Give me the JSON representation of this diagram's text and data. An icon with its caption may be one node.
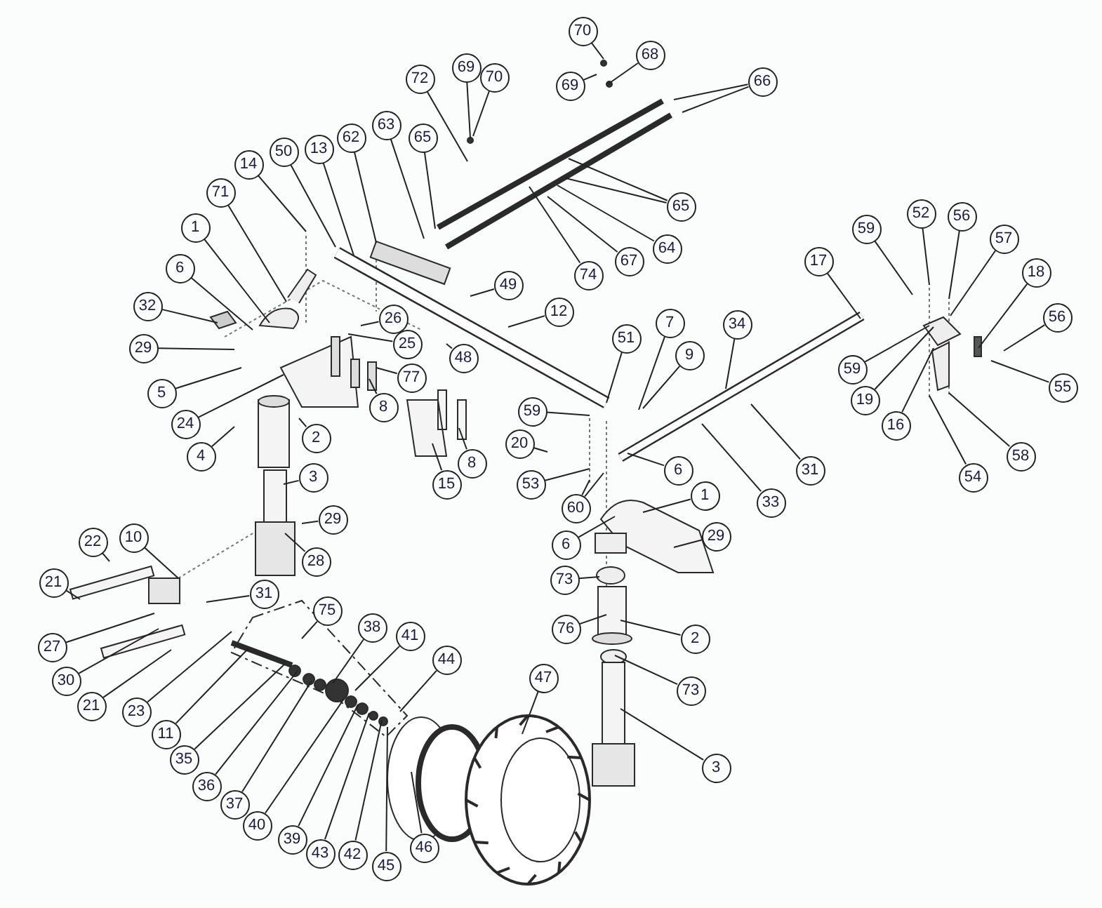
{
  "diagram": {
    "nodes": [
      {
        "text": [
          "70"
        ]
      },
      {
        "text": [
          "68"
        ]
      },
      {
        "text": [
          "69"
        ]
      },
      {
        "text": [
          "72"
        ]
      },
      {
        "text": [
          "69"
        ]
      },
      {
        "text": [
          "70"
        ]
      },
      {
        "text": [
          "66"
        ]
      },
      {
        "text": [
          "63"
        ]
      },
      {
        "text": [
          "65"
        ]
      },
      {
        "text": [
          "62"
        ]
      },
      {
        "text": [
          "13"
        ]
      },
      {
        "text": [
          "50"
        ]
      },
      {
        "text": [
          "14"
        ]
      },
      {
        "text": [
          "71"
        ]
      },
      {
        "text": [
          "1"
        ]
      },
      {
        "text": [
          "6"
        ]
      },
      {
        "text": [
          "32"
        ]
      },
      {
        "text": [
          "29"
        ]
      },
      {
        "text": [
          "5"
        ]
      },
      {
        "text": [
          "24"
        ]
      },
      {
        "text": [
          "4"
        ]
      },
      {
        "text": [
          "2"
        ]
      },
      {
        "text": [
          "3"
        ]
      },
      {
        "text": [
          "26"
        ]
      },
      {
        "text": [
          "25"
        ]
      },
      {
        "text": [
          "77"
        ]
      },
      {
        "text": [
          "8"
        ]
      },
      {
        "text": [
          "49"
        ]
      },
      {
        "text": [
          "48"
        ]
      },
      {
        "text": [
          "12"
        ]
      },
      {
        "text": [
          "65"
        ]
      },
      {
        "text": [
          "64"
        ]
      },
      {
        "text": [
          "67"
        ]
      },
      {
        "text": [
          "74"
        ]
      },
      {
        "text": [
          "17"
        ]
      },
      {
        "text": [
          "59"
        ]
      },
      {
        "text": [
          "52"
        ]
      },
      {
        "text": [
          "56"
        ]
      },
      {
        "text": [
          "57"
        ]
      },
      {
        "text": [
          "18"
        ]
      },
      {
        "text": [
          "56"
        ]
      },
      {
        "text": [
          "55"
        ]
      },
      {
        "text": [
          "58"
        ]
      },
      {
        "text": [
          "54"
        ]
      },
      {
        "text": [
          "16"
        ]
      },
      {
        "text": [
          "19"
        ]
      },
      {
        "text": [
          "59"
        ]
      },
      {
        "text": [
          "34"
        ]
      },
      {
        "text": [
          "51"
        ]
      },
      {
        "text": [
          "7"
        ]
      },
      {
        "text": [
          "9"
        ]
      },
      {
        "text": [
          "59"
        ]
      },
      {
        "text": [
          "20"
        ]
      },
      {
        "text": [
          "8"
        ]
      },
      {
        "text": [
          "15"
        ]
      },
      {
        "text": [
          "53"
        ]
      },
      {
        "text": [
          "6"
        ]
      },
      {
        "text": [
          "33"
        ]
      },
      {
        "text": [
          "31"
        ]
      },
      {
        "text": [
          "60"
        ]
      },
      {
        "text": [
          "1"
        ]
      },
      {
        "text": [
          "6"
        ]
      },
      {
        "text": [
          "29"
        ]
      },
      {
        "text": [
          "73"
        ]
      },
      {
        "text": [
          "76"
        ]
      },
      {
        "text": [
          "2"
        ]
      },
      {
        "text": [
          "73"
        ]
      },
      {
        "text": [
          "3"
        ]
      },
      {
        "text": [
          "29"
        ]
      },
      {
        "text": [
          "28"
        ]
      },
      {
        "text": [
          "22"
        ]
      },
      {
        "text": [
          "10"
        ]
      },
      {
        "text": [
          "21"
        ]
      },
      {
        "text": [
          "31"
        ]
      },
      {
        "text": [
          "27"
        ]
      },
      {
        "text": [
          "30"
        ]
      },
      {
        "text": [
          "21"
        ]
      },
      {
        "text": [
          "23"
        ]
      },
      {
        "text": [
          "11"
        ]
      },
      {
        "text": [
          "75"
        ]
      },
      {
        "text": [
          "38"
        ]
      },
      {
        "text": [
          "41"
        ]
      },
      {
        "text": [
          "44"
        ]
      },
      {
        "text": [
          "47"
        ]
      },
      {
        "text": [
          "35"
        ]
      },
      {
        "text": [
          "36"
        ]
      },
      {
        "text": [
          "37"
        ]
      },
      {
        "text": [
          "40"
        ]
      },
      {
        "text": [
          "39"
        ]
      },
      {
        "text": [
          "43"
        ]
      },
      {
        "text": [
          "42"
        ]
      },
      {
        "text": [
          "45"
        ]
      },
      {
        "text": [
          "46"
        ]
      }
    ],
    "edges": [
      {
        "from": 0,
        "to": null,
        "arrow": "none"
      },
      {
        "from": 1,
        "to": null,
        "arrow": "none"
      },
      {
        "from": 2,
        "to": null,
        "arrow": "none"
      },
      {
        "from": 3,
        "to": null,
        "arrow": "none"
      },
      {
        "from": 4,
        "to": null,
        "arrow": "none"
      },
      {
        "from": 5,
        "to": null,
        "arrow": "none"
      },
      {
        "from": 6,
        "to": null,
        "arrow": "none"
      },
      {
        "from": 6,
        "to": null,
        "arrow": "none"
      },
      {
        "from": 7,
        "to": null,
        "arrow": "none"
      },
      {
        "from": 8,
        "to": null,
        "arrow": "none"
      },
      {
        "from": 9,
        "to": null,
        "arrow": "none"
      },
      {
        "from": 10,
        "to": null,
        "arrow": "none"
      },
      {
        "from": 11,
        "to": null,
        "arrow": "none"
      },
      {
        "from": 12,
        "to": null,
        "arrow": "none"
      },
      {
        "from": 13,
        "to": null,
        "arrow": "none"
      },
      {
        "from": 14,
        "to": null,
        "arrow": "none"
      },
      {
        "from": 15,
        "to": null,
        "arrow": "none"
      },
      {
        "from": 16,
        "to": null,
        "arrow": "none"
      },
      {
        "from": 17,
        "to": null,
        "arrow": "none"
      },
      {
        "from": 18,
        "to": null,
        "arrow": "none"
      },
      {
        "from": 19,
        "to": null,
        "arrow": "none"
      },
      {
        "from": 20,
        "to": null,
        "arrow": "none"
      },
      {
        "from": 21,
        "to": null,
        "arrow": "none"
      },
      {
        "from": 22,
        "to": null,
        "arrow": "none"
      },
      {
        "from": 23,
        "to": null,
        "arrow": "none"
      },
      {
        "from": 24,
        "to": null,
        "arrow": "none"
      },
      {
        "from": 25,
        "to": null,
        "arrow": "none"
      },
      {
        "from": 26,
        "to": null,
        "arrow": "none"
      },
      {
        "from": 27,
        "to": null,
        "arrow": "none"
      },
      {
        "from": 28,
        "to": null,
        "arrow": "none"
      },
      {
        "from": 29,
        "to": null,
        "arrow": "none"
      },
      {
        "from": 30,
        "to": null,
        "arrow": "none"
      },
      {
        "from": 30,
        "to": null,
        "arrow": "none"
      },
      {
        "from": 31,
        "to": null,
        "arrow": "none"
      },
      {
        "from": 32,
        "to": null,
        "arrow": "none"
      },
      {
        "from": 33,
        "to": null,
        "arrow": "none"
      },
      {
        "from": 34,
        "to": null,
        "arrow": "none"
      },
      {
        "from": 35,
        "to": null,
        "arrow": "none"
      },
      {
        "from": 36,
        "to": null,
        "arrow": "none"
      },
      {
        "from": 37,
        "to": null,
        "arrow": "none"
      },
      {
        "from": 38,
        "to": null,
        "arrow": "none"
      },
      {
        "from": 39,
        "to": null,
        "arrow": "none"
      },
      {
        "from": 40,
        "to": null,
        "arrow": "none"
      },
      {
        "from": 41,
        "to": null,
        "arrow": "none"
      },
      {
        "from": 42,
        "to": null,
        "arrow": "none"
      },
      {
        "from": 43,
        "to": null,
        "arrow": "none"
      },
      {
        "from": 44,
        "to": null,
        "arrow": "none"
      },
      {
        "from": 45,
        "to": null,
        "arrow": "none"
      },
      {
        "from": 46,
        "to": null,
        "arrow": "none"
      },
      {
        "from": 47,
        "to": null,
        "arrow": "none"
      },
      {
        "from": 48,
        "to": null,
        "arrow": "none"
      },
      {
        "from": 49,
        "to": null,
        "arrow": "none"
      },
      {
        "from": 50,
        "to": null,
        "arrow": "none"
      },
      {
        "from": 51,
        "to": null,
        "arrow": "none"
      },
      {
        "from": 52,
        "to": null,
        "arrow": "none"
      },
      {
        "from": 53,
        "to": null,
        "arrow": "none"
      },
      {
        "from": 54,
        "to": null,
        "arrow": "none"
      },
      {
        "from": 55,
        "to": null,
        "arrow": "none"
      },
      {
        "from": 56,
        "to": null,
        "arrow": "none"
      },
      {
        "from": 57,
        "to": null,
        "arrow": "none"
      },
      {
        "from": 58,
        "to": null,
        "arrow": "none"
      },
      {
        "from": 59,
        "to": null,
        "arrow": "none"
      },
      {
        "from": 59,
        "to": null,
        "arrow": "none"
      },
      {
        "from": 60,
        "to": null,
        "arrow": "none"
      },
      {
        "from": 61,
        "to": null,
        "arrow": "none"
      },
      {
        "from": 62,
        "to": null,
        "arrow": "none"
      },
      {
        "from": 63,
        "to": null,
        "arrow": "none"
      },
      {
        "from": 64,
        "to": null,
        "arrow": "none"
      },
      {
        "from": 65,
        "to": null,
        "arrow": "none"
      },
      {
        "from": 66,
        "to": null,
        "arrow": "none"
      },
      {
        "from": 67,
        "to": null,
        "arrow": "none"
      },
      {
        "from": 68,
        "to": null,
        "arrow": "none"
      },
      {
        "from": 69,
        "to": null,
        "arrow": "none"
      },
      {
        "from": 70,
        "to": null,
        "arrow": "none"
      },
      {
        "from": 71,
        "to": null,
        "arrow": "none"
      },
      {
        "from": 72,
        "to": null,
        "arrow": "none"
      },
      {
        "from": 73,
        "to": null,
        "arrow": "none"
      },
      {
        "from": 74,
        "to": null,
        "arrow": "none"
      },
      {
        "from": 75,
        "to": null,
        "arrow": "none"
      },
      {
        "from": 76,
        "to": null,
        "arrow": "none"
      },
      {
        "from": 77,
        "to": null,
        "arrow": "none"
      },
      {
        "from": 78,
        "to": null,
        "arrow": "none"
      },
      {
        "from": 79,
        "to": null,
        "arrow": "none"
      },
      {
        "from": 80,
        "to": null,
        "arrow": "none"
      },
      {
        "from": 81,
        "to": null,
        "arrow": "none"
      },
      {
        "from": 82,
        "to": null,
        "arrow": "none"
      },
      {
        "from": 83,
        "to": null,
        "arrow": "none"
      },
      {
        "from": 84,
        "to": null,
        "arrow": "none"
      },
      {
        "from": 85,
        "to": null,
        "arrow": "none"
      },
      {
        "from": 86,
        "to": null,
        "arrow": "none"
      },
      {
        "from": 87,
        "to": null,
        "arrow": "none"
      },
      {
        "from": 88,
        "to": null,
        "arrow": "none"
      },
      {
        "from": 89,
        "to": null,
        "arrow": "none"
      },
      {
        "from": 90,
        "to": null,
        "arrow": "none"
      },
      {
        "from": 91,
        "to": null,
        "arrow": "none"
      },
      {
        "from": 92,
        "to": null,
        "arrow": "none"
      }
    ]
  }
}
